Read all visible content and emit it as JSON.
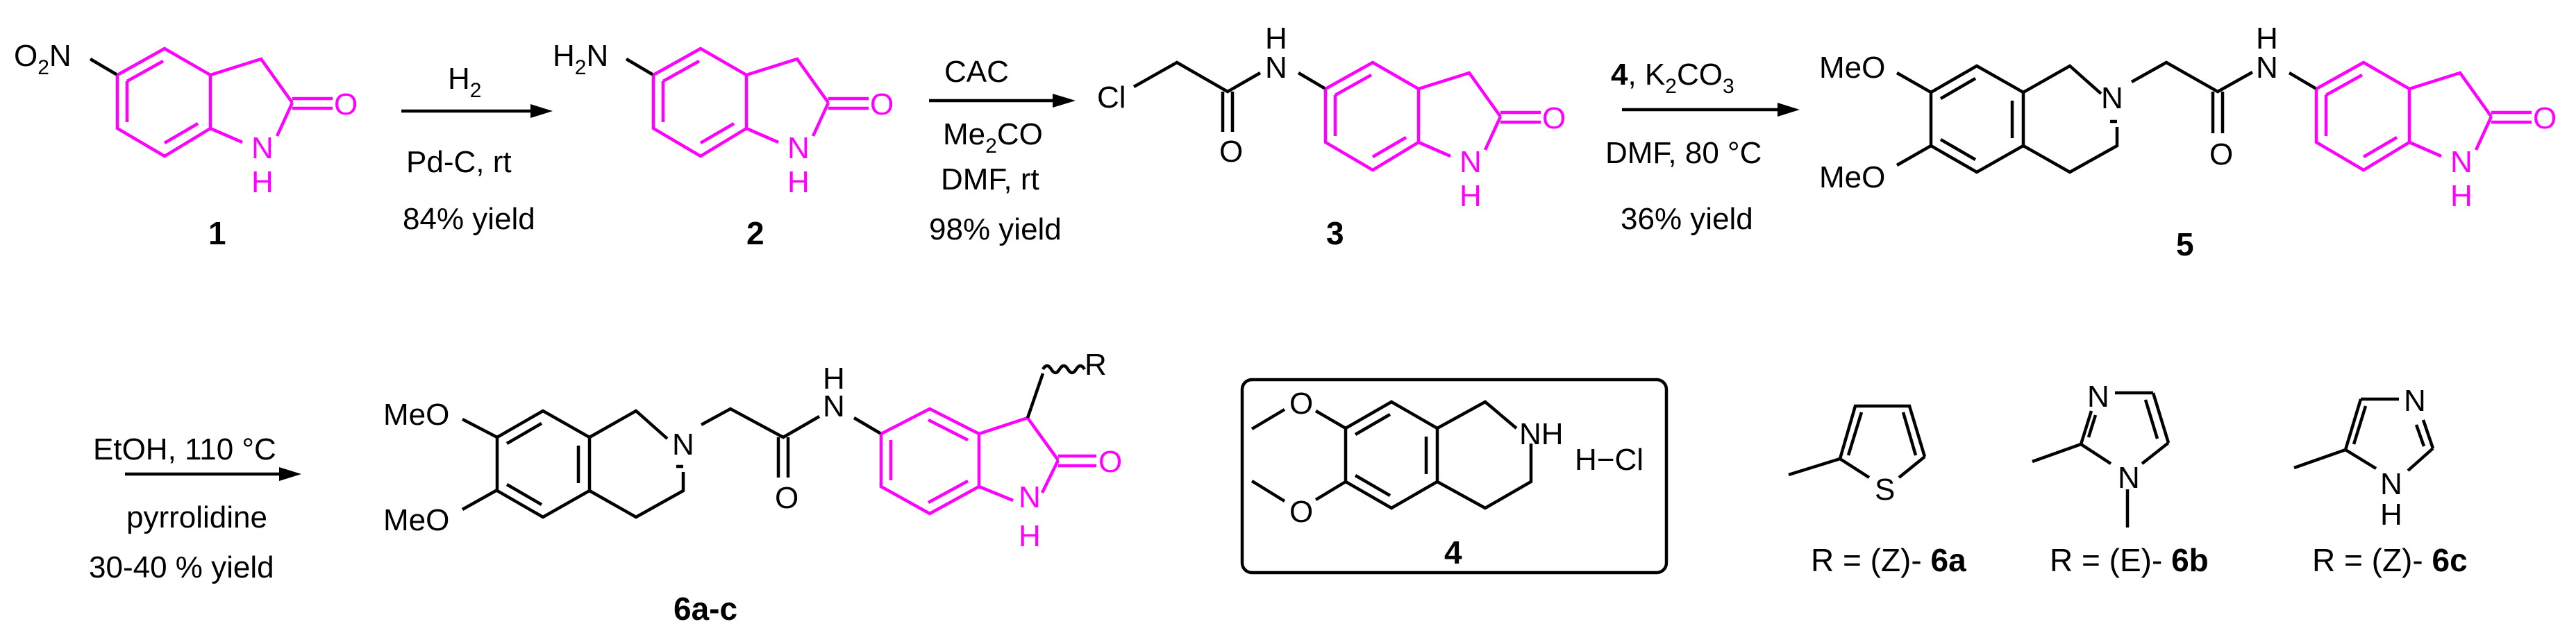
{
  "figure": {
    "type": "reaction_scheme",
    "colors": {
      "bond": "#000000",
      "highlight": "#ff00ff",
      "background": "#ffffff"
    }
  },
  "compounds": {
    "c1": {
      "label": "1",
      "substituent": "O",
      "sub_index": "2",
      "substituent_tail": "N",
      "lactam_O": "O",
      "lactam_N": "N",
      "lactam_H": "H"
    },
    "c2": {
      "label": "2",
      "substituent_head": "H",
      "sub_index": "2",
      "substituent_tail": "N",
      "lactam_O": "O",
      "lactam_N": "N",
      "lactam_H": "H"
    },
    "c3": {
      "label": "3",
      "cl": "Cl",
      "amide_O": "O",
      "amide_N": "N",
      "amide_H": "H",
      "lactam_O": "O",
      "lactam_N": "N",
      "lactam_H": "H"
    },
    "c4": {
      "label": "4",
      "O_top": "O",
      "O_bottom": "O",
      "NH": "NH",
      "HCl": "H−Cl"
    },
    "c5": {
      "label": "5",
      "MeO_top": "MeO",
      "MeO_bottom": "MeO",
      "ring_N": "N",
      "amide_O": "O",
      "amide_N": "N",
      "amide_H": "H",
      "lactam_O": "O",
      "lactam_N": "N",
      "lactam_H": "H"
    },
    "c6": {
      "label": "6a-c",
      "MeO_top": "MeO",
      "MeO_bottom": "MeO",
      "ring_N": "N",
      "amide_O": "O",
      "amide_N": "N",
      "amide_H": "H",
      "R": "R",
      "lactam_O": "O",
      "lactam_N": "N",
      "lactam_H": "H"
    }
  },
  "steps": [
    {
      "id": "step1",
      "above": "H",
      "above_sub": "2",
      "below_1": "Pd-C, rt",
      "below_2": "84% yield"
    },
    {
      "id": "step2",
      "above": "CAC",
      "below_1a": "Me",
      "below_1_sub": "2",
      "below_1b": "CO",
      "below_2": "DMF, rt",
      "below_3": "98% yield"
    },
    {
      "id": "step3",
      "above_bold": "4",
      "above_a": ", K",
      "above_sub1": "2",
      "above_b": "CO",
      "above_sub2": "3",
      "below_1": "DMF, 80 °C",
      "below_2": "36% yield"
    },
    {
      "id": "step4",
      "above": "EtOH, 110 °C",
      "below_1": "pyrrolidine",
      "below_2": "30-40 % yield"
    }
  ],
  "r_groups": [
    {
      "id": "6a",
      "hetero": "S",
      "prefix": "R = (Z)- ",
      "label": "6a"
    },
    {
      "id": "6b",
      "hetero_N3": "N",
      "hetero_N1": "N",
      "prefix": "R = (E)- ",
      "label": "6b"
    },
    {
      "id": "6c",
      "hetero_N3": "N",
      "hetero_N1": "N",
      "hetero_H": "H",
      "prefix": "R = (Z)- ",
      "label": "6c"
    }
  ]
}
